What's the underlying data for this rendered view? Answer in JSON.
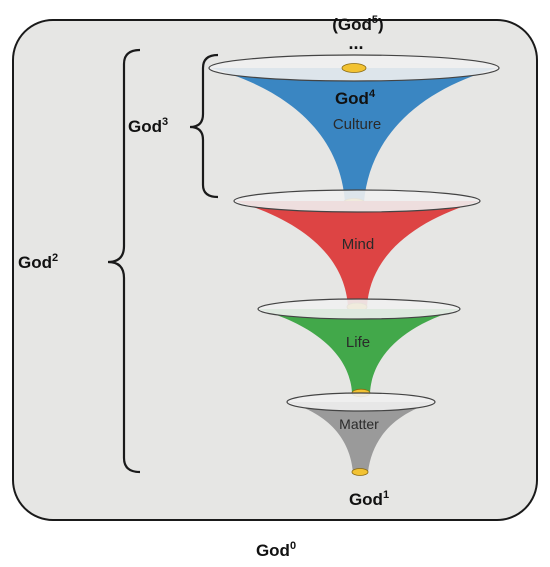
{
  "labels": {
    "god5_base": "(God",
    "god5_exp": "5",
    "god5_close": ")",
    "ellipsis": "...",
    "god4_base": "God",
    "god4_exp": "4",
    "god3_base": "God",
    "god3_exp": "3",
    "god2_base": "God",
    "god2_exp": "2",
    "god1_base": "God",
    "god1_exp": "1",
    "god0_base": "God",
    "god0_exp": "0"
  },
  "funnels": [
    {
      "label": "Culture",
      "color": "#3a86c2"
    },
    {
      "label": "Mind",
      "color": "#dd4444"
    },
    {
      "label": "Life",
      "color": "#42a84a"
    },
    {
      "label": "Matter",
      "color": "#9a9a9a"
    }
  ],
  "colors": {
    "panel_fill": "#e6e6e4",
    "panel_stroke": "#1a1a1a",
    "rim_fill": "#efefef",
    "hole_fill": "#f2c232",
    "bracket": "#1a1a1a"
  }
}
